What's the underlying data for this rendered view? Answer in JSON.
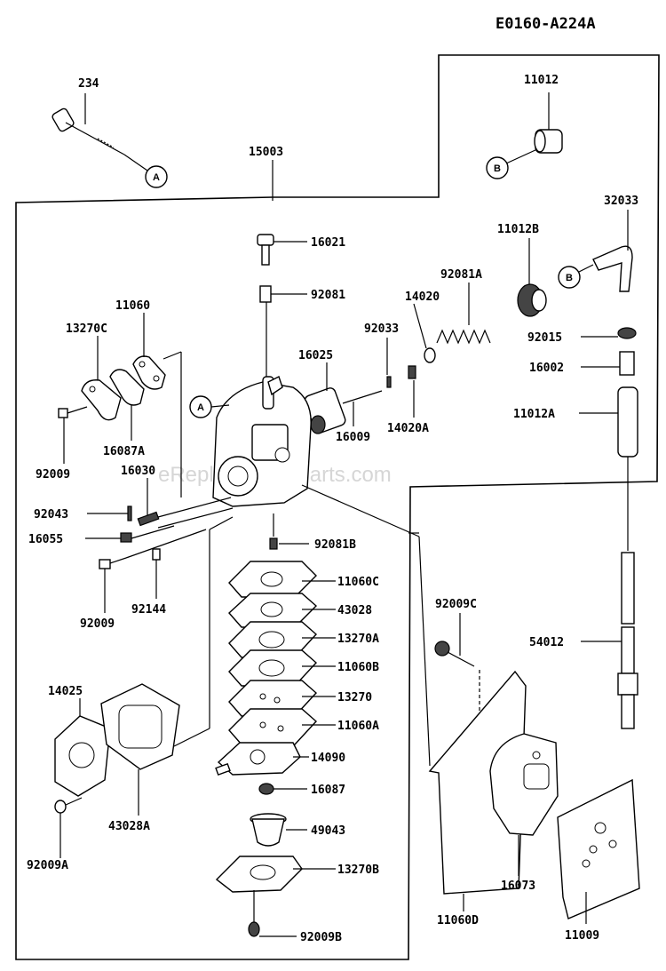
{
  "diagram_code": "E0160-A224A",
  "watermark": "eReplacementParts.com",
  "refs": {
    "a": "A",
    "b": "B"
  },
  "labels": {
    "p234": "234",
    "p15003": "15003",
    "p11012": "11012",
    "p32033": "32033",
    "p11012B": "11012B",
    "p16021": "16021",
    "p92081A": "92081A",
    "p92081": "92081",
    "p14020": "14020",
    "p11060": "11060",
    "p92033": "92033",
    "p92015": "92015",
    "p13270C": "13270C",
    "p16025": "16025",
    "p16002": "16002",
    "p11012A": "11012A",
    "p14020A": "14020A",
    "p16009": "16009",
    "p16087A": "16087A",
    "p92009": "92009",
    "p16030": "16030",
    "p92043": "92043",
    "p16055": "16055",
    "p92081B": "92081B",
    "p11060C": "11060C",
    "p92009_b": "92009",
    "p92144": "92144",
    "p43028": "43028",
    "p92009C": "92009C",
    "p13270A": "13270A",
    "p54012": "54012",
    "p11060B": "11060B",
    "p14025": "14025",
    "p13270": "13270",
    "p11060A": "11060A",
    "p14090": "14090",
    "p16087": "16087",
    "p43028A": "43028A",
    "p49043": "49043",
    "p92009A": "92009A",
    "p13270B": "13270B",
    "p16073": "16073",
    "p11060D": "11060D",
    "p11009": "11009",
    "p92009B": "92009B"
  }
}
